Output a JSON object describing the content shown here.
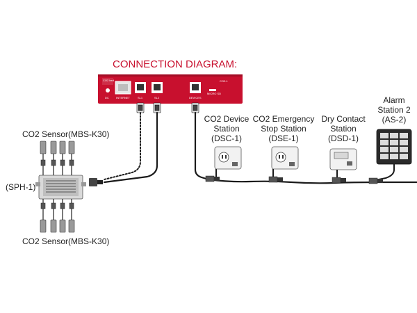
{
  "diagram": {
    "title": "CONNECTION DIAGRAM:",
    "controller": {
      "brand_text": "CO2\nbed",
      "model_text": "CO2-1",
      "port_labels": [
        "DC",
        "INTERNET",
        "SL1",
        "SL2",
        "DEVICES",
        "MICRO SD"
      ]
    },
    "sensor_labels": {
      "top": "CO2 Sensor(MBS-K30)",
      "bottom": "CO2 Sensor(MBS-K30)",
      "hub": "(SPH-1)"
    },
    "devices": [
      {
        "lines": [
          "CO2 Device",
          "Station",
          "(DSC-1)"
        ]
      },
      {
        "lines": [
          "CO2 Emergency",
          "Stop Station",
          "(DSE-1)"
        ]
      },
      {
        "lines": [
          "Dry Contact",
          "Station",
          "(DSD-1)"
        ]
      },
      {
        "lines": [
          "Alarm",
          "Station 2",
          "(AS-2)"
        ]
      }
    ],
    "colors": {
      "controller_red": "#c8102e",
      "title_red": "#c8102e",
      "cable": "#1a1a1a"
    }
  }
}
